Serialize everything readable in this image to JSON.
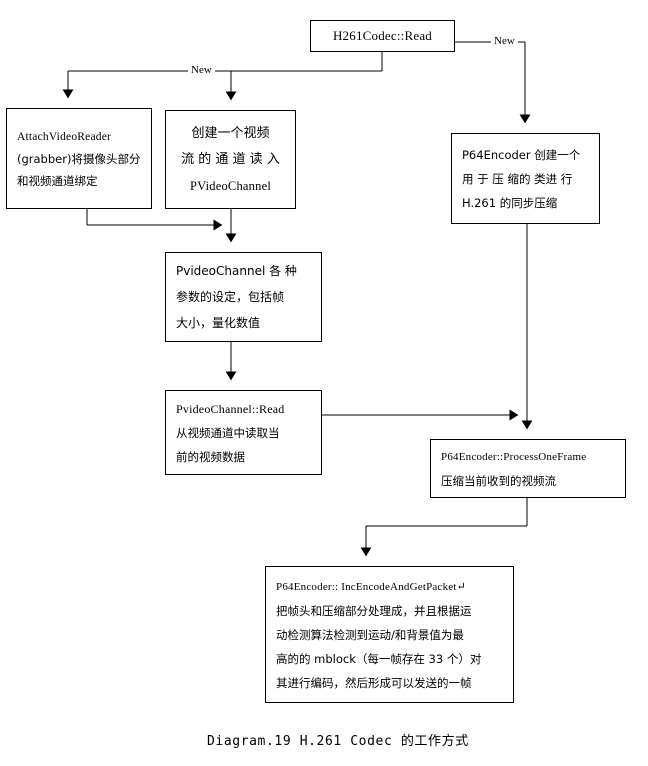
{
  "diagram": {
    "caption": "Diagram.19 H.261 Codec 的工作方式",
    "edge_labels": {
      "new_left": "New",
      "new_right": "New"
    },
    "line_color": "#000000",
    "background_color": "#ffffff",
    "nodes": {
      "h261codec_read": {
        "lines": [
          "H261Codec::Read"
        ]
      },
      "attach_video_reader": {
        "lines": [
          "AttachVideoReader",
          "(grabber)将摄像头部分",
          "和视频通道绑定"
        ]
      },
      "create_stream": {
        "lines": [
          "创建一个视频",
          "流 的 通 道 读 入",
          "PVideoChannel"
        ]
      },
      "p64encoder_new": {
        "lines": [
          "P64Encoder 创建一个",
          "用 于 压 缩的 类进 行",
          "H.261 的同步压缩"
        ]
      },
      "pvideochannel_params": {
        "lines": [
          "PvideoChannel 各 种",
          "参数的设定，包括帧",
          "大小，量化数值"
        ]
      },
      "pvideochannel_read": {
        "lines": [
          "PvideoChannel::Read",
          "从视频通道中读取当",
          "前的视频数据"
        ]
      },
      "process_one_frame": {
        "lines": [
          "P64Encoder::ProcessOneFrame",
          "压缩当前收到的视频流"
        ]
      },
      "inc_encode_and_get_packet": {
        "lines": [
          "P64Encoder:: IncEncodeAndGetPacket↵",
          "把帧头和压缩部分处理成，并且根据运",
          "动检测算法检测到运动/和背景值为最",
          "高的的 mblock（每一帧存在 33 个）对",
          "其进行编码，然后形成可以发送的一帧"
        ]
      }
    }
  }
}
